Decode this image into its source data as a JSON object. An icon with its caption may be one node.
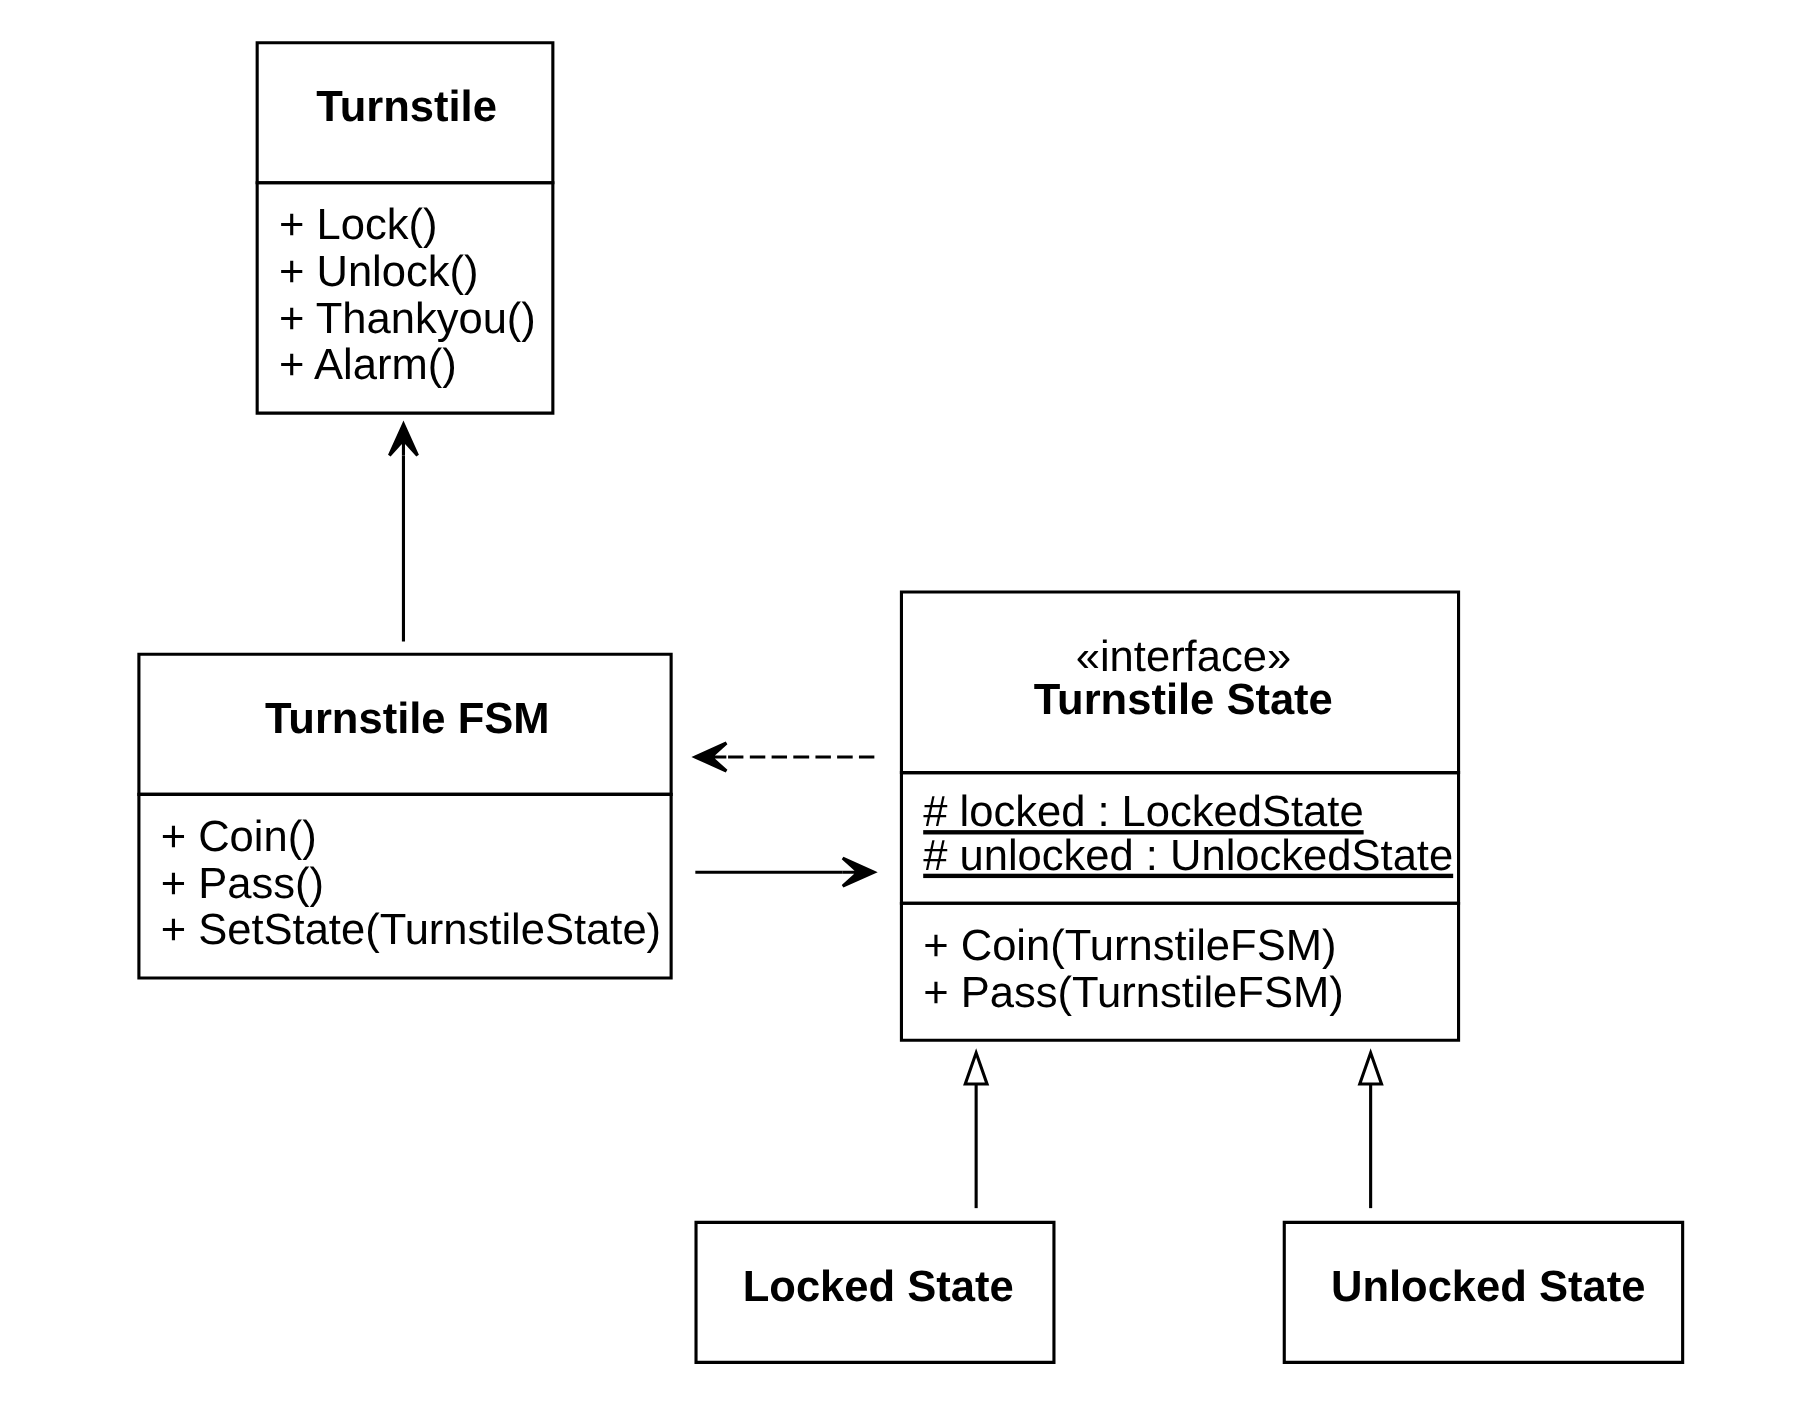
{
  "diagram": {
    "nodes": [
      {
        "text": [
          "Turnstile",
          "+ Lock()",
          "+ Unlock()",
          "+ Thankyou()",
          "+ Alarm()"
        ]
      },
      {
        "text": [
          "Turnstile FSM",
          "+ Coin()",
          "+ Pass()",
          "+ SetState(TurnstileState)"
        ]
      },
      {
        "text": [
          "«interface»",
          "Turnstile State",
          "# locked : LockedState",
          "# unlocked : UnlockedState",
          "+ Coin(TurnstileFSM)",
          "+ Pass(TurnstileFSM)"
        ]
      },
      {
        "text": [
          "Locked State"
        ]
      },
      {
        "text": [
          "Unlocked State"
        ]
      }
    ],
    "edges": [
      {
        "from": 1,
        "to": 0,
        "arrow": "to"
      },
      {
        "from": 1,
        "to": 2,
        "arrow": "to"
      },
      {
        "from": 2,
        "to": 1,
        "arrow": "to",
        "style": "dashed"
      },
      {
        "from": 3,
        "to": 2,
        "arrow": "to"
      },
      {
        "from": 4,
        "to": 2,
        "arrow": "to"
      }
    ]
  }
}
